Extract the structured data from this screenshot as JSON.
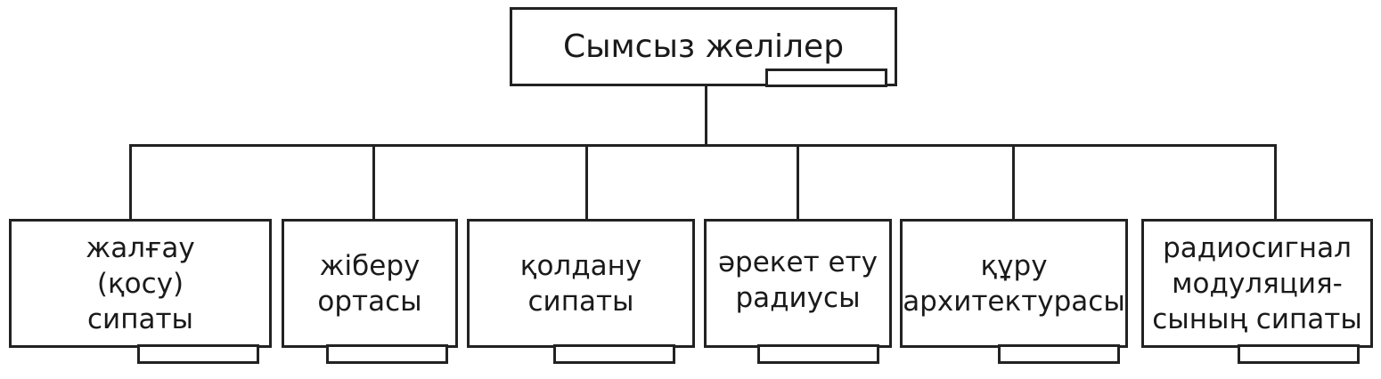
{
  "root": {
    "label": "Сымсыз желілер"
  },
  "children": [
    {
      "lines": [
        "жалғау",
        "(қосу)",
        "сипаты"
      ]
    },
    {
      "lines": [
        "жіберу",
        "ортасы"
      ]
    },
    {
      "lines": [
        "қолдану",
        "сипаты"
      ]
    },
    {
      "lines": [
        "әрекет ету",
        "радиусы"
      ]
    },
    {
      "lines": [
        "құру",
        "архитектурасы"
      ]
    },
    {
      "lines": [
        "радиосигнал",
        "модуляция-",
        "сының сипаты"
      ]
    }
  ]
}
